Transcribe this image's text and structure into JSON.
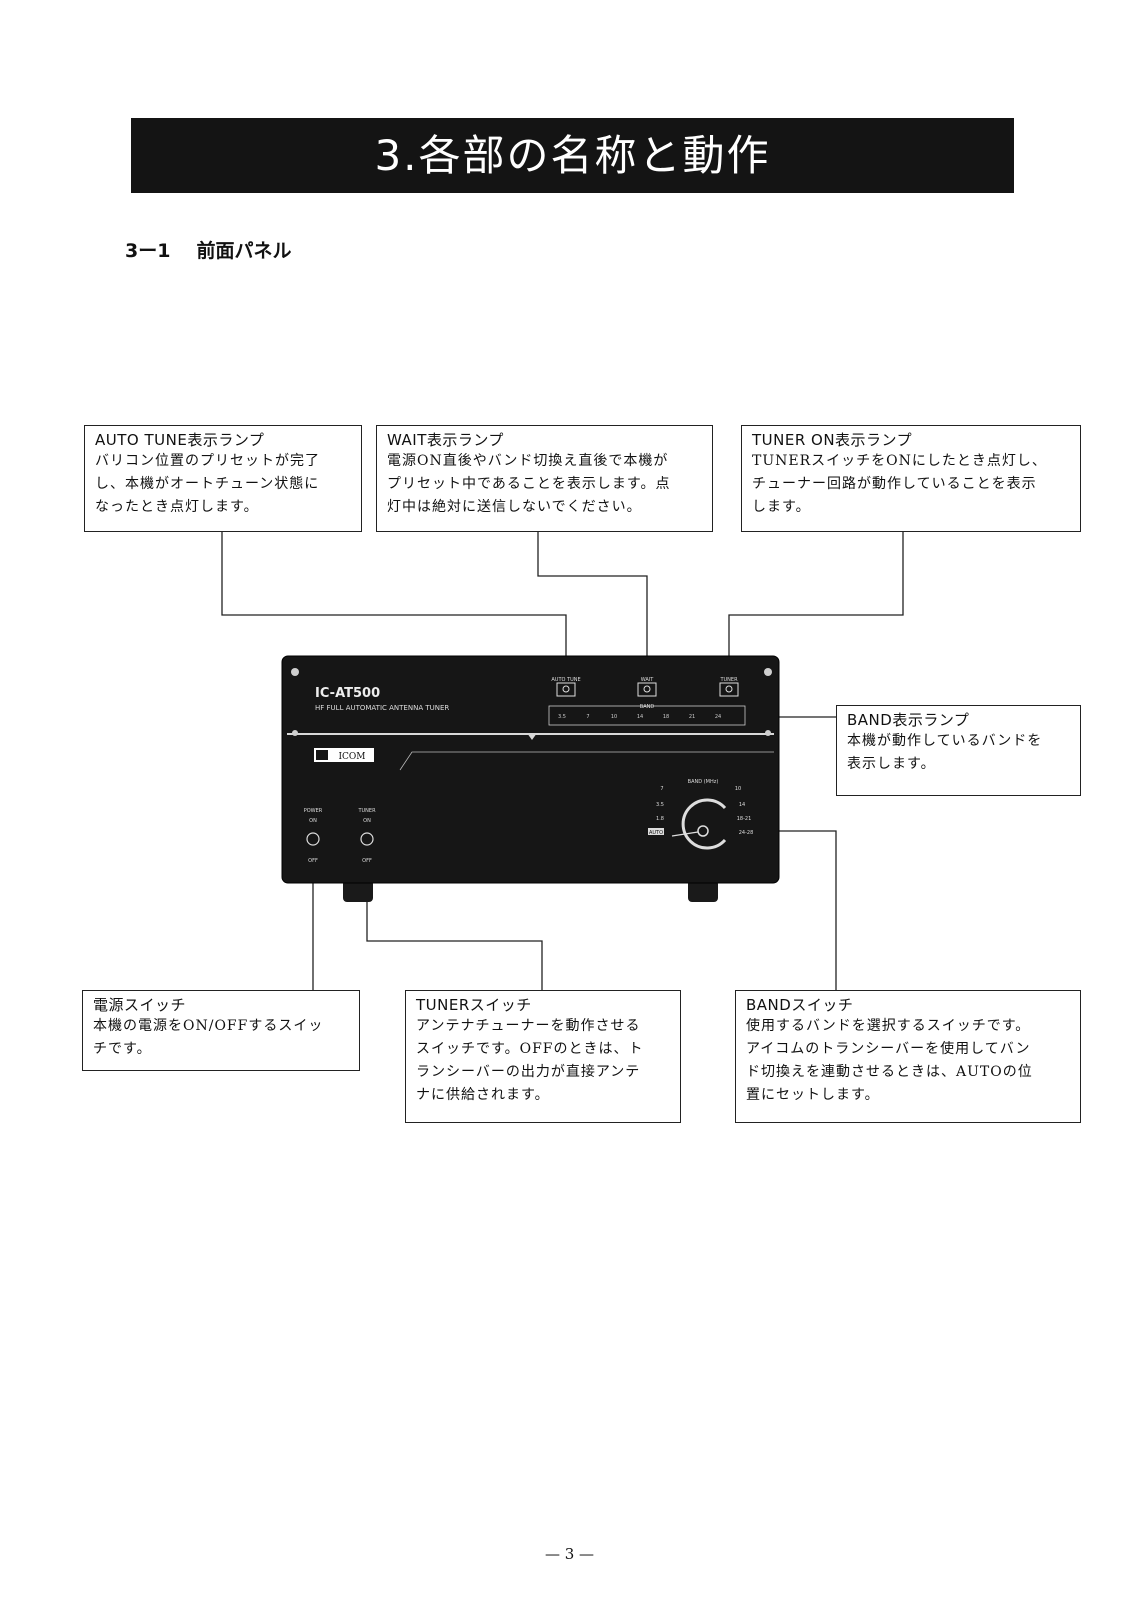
{
  "page": {
    "title": "3.各部の名称と動作",
    "section_number": "3ー1",
    "section_title": "前面パネル",
    "page_number": "— 3 —"
  },
  "callouts": {
    "auto_tune": {
      "title": "AUTO TUNE表示ランプ",
      "text": "バリコン位置のプリセットが完了\nし、本機がオートチューン状態に\nなったとき点灯します。"
    },
    "wait": {
      "title": "WAIT表示ランプ",
      "text": "電源ON直後やバンド切換え直後で本機が\nプリセット中であることを表示します。点\n灯中は絶対に送信しないでください。"
    },
    "tuner_on": {
      "title": "TUNER ON表示ランプ",
      "text": "TUNERスイッチをONにしたとき点灯し、\nチューナー回路が動作していることを表示\nします。"
    },
    "band_lamp": {
      "title": "BAND表示ランプ",
      "text": "本機が動作しているバンドを\n表示します。"
    },
    "power_switch": {
      "title": "電源スイッチ",
      "text": "本機の電源をON/OFFするスイッ\nチです。"
    },
    "tuner_switch": {
      "title": "TUNERスイッチ",
      "text": "アンテナチューナーを動作させる\nスイッチです。OFFのときは、ト\nランシーバーの出力が直接アンテ\nナに供給されます。"
    },
    "band_switch": {
      "title": "BANDスイッチ",
      "text": "使用するバンドを選択するスイッチです。\nアイコムのトランシーバーを使用してバン\nド切換えを連動させるときは、AUTOの位\n置にセットします。"
    }
  },
  "device": {
    "model": "IC-AT500",
    "subtitle": "HF FULL AUTOMATIC ANTENNA TUNER",
    "brand": "ICOM",
    "lamp_labels": [
      "AUTO TUNE",
      "WAIT",
      "TUNER"
    ],
    "band_title": "BAND",
    "band_lamp_values": [
      "3.5",
      "7",
      "10",
      "14",
      "18",
      "21",
      "24"
    ],
    "power_label": "POWER",
    "tuner_label": "TUNER",
    "on_label": "ON",
    "off_label": "OFF",
    "band_knob_title": "BAND (MHz)",
    "band_knob_values": [
      "7",
      "10",
      "3.5",
      "14",
      "1.8",
      "18-21",
      "24-28"
    ],
    "auto_label": "AUTO"
  }
}
